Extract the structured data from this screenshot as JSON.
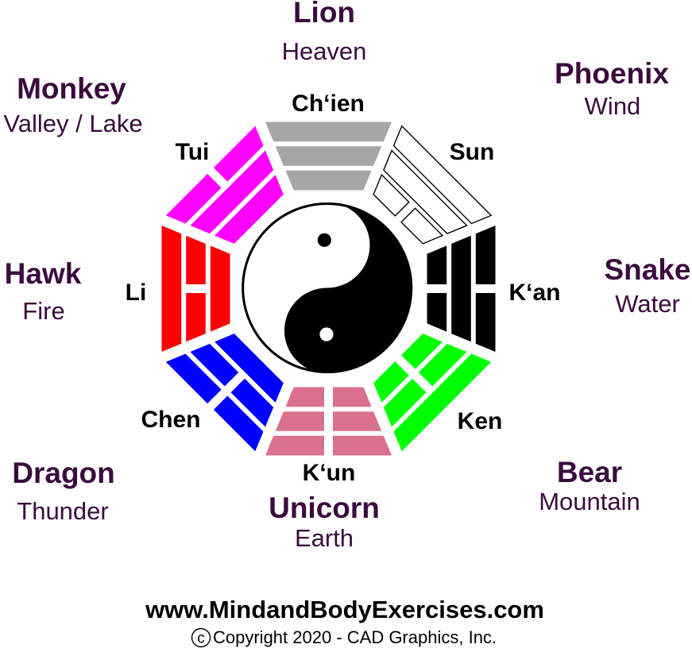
{
  "bagua": {
    "center_symbol": "yin-yang-icon",
    "trigrams": [
      {
        "id": "chien",
        "name": "Ch‘ien",
        "animal": "Lion",
        "element": "Heaven",
        "angle": 0,
        "fill": "#a6a6a6",
        "stroke": "",
        "lines_inner_to_outer": [
          "solid",
          "solid",
          "solid"
        ]
      },
      {
        "id": "sun",
        "name": "Sun",
        "animal": "Phoenix",
        "element": "Wind",
        "angle": 45,
        "fill": "#ffffff",
        "stroke": "#000000",
        "lines_inner_to_outer": [
          "broken",
          "solid",
          "solid"
        ]
      },
      {
        "id": "kan",
        "name": "K‘an",
        "animal": "Snake",
        "element": "Water",
        "angle": 90,
        "fill": "#000000",
        "stroke": "",
        "lines_inner_to_outer": [
          "broken",
          "solid",
          "broken"
        ]
      },
      {
        "id": "ken",
        "name": "Ken",
        "animal": "Bear",
        "element": "Mountain",
        "angle": 135,
        "fill": "#00ff00",
        "stroke": "",
        "lines_inner_to_outer": [
          "broken",
          "broken",
          "solid"
        ]
      },
      {
        "id": "kun",
        "name": "K‘un",
        "animal": "Unicorn",
        "element": "Earth",
        "angle": 180,
        "fill": "#d9718f",
        "stroke": "",
        "lines_inner_to_outer": [
          "broken",
          "broken",
          "broken"
        ]
      },
      {
        "id": "chen",
        "name": "Chen",
        "animal": "Dragon",
        "element": "Thunder",
        "angle": 225,
        "fill": "#0000ff",
        "stroke": "",
        "lines_inner_to_outer": [
          "solid",
          "broken",
          "broken"
        ]
      },
      {
        "id": "li",
        "name": "Li",
        "animal": "Hawk",
        "element": "Fire",
        "angle": 270,
        "fill": "#ff0000",
        "stroke": "",
        "lines_inner_to_outer": [
          "solid",
          "broken",
          "solid"
        ]
      },
      {
        "id": "tui",
        "name": "Tui",
        "animal": "Monkey",
        "element": "Valley / Lake",
        "angle": 315,
        "fill": "#ff00ff",
        "stroke": "",
        "lines_inner_to_outer": [
          "solid",
          "solid",
          "broken"
        ]
      }
    ]
  },
  "footer": {
    "website": "www.MindandBodyExercises.com",
    "copyright_symbol": "c",
    "copyright_text": "Copyright 2020 - CAD Graphics, Inc."
  },
  "colors": {
    "label_purple": "#3b0b3f",
    "label_black": "#000000",
    "background": "#ffffff"
  }
}
